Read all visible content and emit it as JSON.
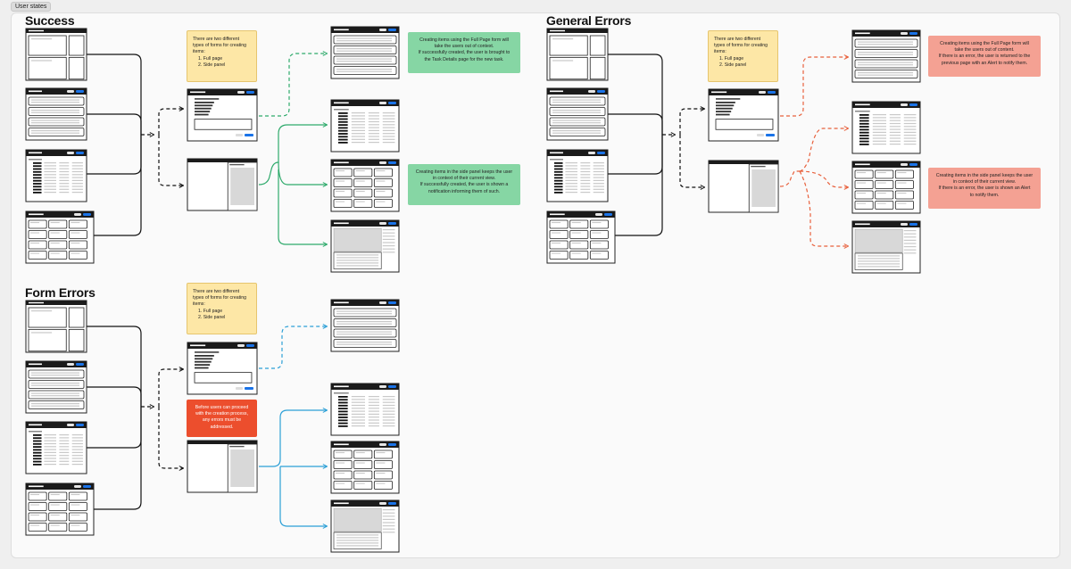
{
  "board": {
    "tag_label": "User states"
  },
  "sections": {
    "success": {
      "title": "Success"
    },
    "general_errors": {
      "title": "General Errors"
    },
    "form_errors": {
      "title": "Form Errors"
    }
  },
  "notes": {
    "form_types_success": {
      "l1": "There are two different",
      "l2": "types of forms for creating",
      "l3": "items:",
      "l4": "1.  Full page",
      "l5": "2.  Side panel"
    },
    "form_types_general": {
      "l1": "There are two different",
      "l2": "types of forms for creating",
      "l3": "items:",
      "l4": "1.  Full page",
      "l5": "2.  Side panel"
    },
    "form_types_form_errors": {
      "l1": "There are two different",
      "l2": "types of forms for creating",
      "l3": "items:",
      "l4": "1.  Full page",
      "l5": "2.  Side panel"
    },
    "success_full_page": {
      "l1": "Creating items using the Full Page form will",
      "l2": "take the users out of context.",
      "l3": "If successfully created, the user is brought to",
      "l4": "the Task Details page for the new task."
    },
    "success_side_panel": {
      "l1": "Creating items in the side panel keeps the user",
      "l2": "in context of their current view.",
      "l3": "If successfully created, the user is shown a",
      "l4": "notification informing them of such."
    },
    "error_full_page": {
      "l1": "Creating items using the Full Page form will",
      "l2": "take the users out of content.",
      "l3": "If there is an error, the user is returned to the",
      "l4": "previous page with an Alert to notify them."
    },
    "error_side_panel": {
      "l1": "Creating items in the side panel keeps the user",
      "l2": "in context of their current view.",
      "l3": "If there is an error, the user is shown an Alert",
      "l4": "to notify them."
    },
    "form_errors_rule": {
      "l1": "Before users can proceed",
      "l2": "with the creation process,",
      "l3": "any errors must be",
      "l4": "addressed."
    }
  },
  "colors": {
    "success_full_page_arrow": "#2eaa6b",
    "success_side_panel_arrow": "#2eaa6b",
    "error_arrow": "#e8603c",
    "form_errors_arrow": "#2b9fd6",
    "neutral_arrow": "#111111"
  }
}
